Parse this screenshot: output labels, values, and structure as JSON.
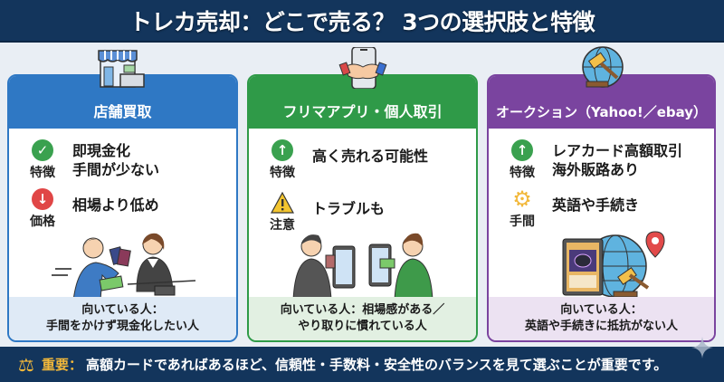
{
  "title": "トレカ売却：どこで売る？ 3つの選択肢と特徴",
  "colors": {
    "navy": "#13355c",
    "blue": "#2f78c4",
    "green": "#2f9a48",
    "purple": "#7a449f",
    "gold": "#f2b83a"
  },
  "cards": [
    {
      "header": "店舗買取",
      "top_icon": "storefront-register-icon",
      "rows": [
        {
          "icon": "check-circle-icon",
          "icon_color": "#3aa14f",
          "label": "特徴",
          "lines": [
            "即現金化",
            "手間が少ない"
          ]
        },
        {
          "icon": "down-arrow-circle-icon",
          "icon_color": "#e04646",
          "label": "価格",
          "lines": [
            "相場より低め"
          ]
        }
      ],
      "illustration": "customer-handing-cards-to-shop-clerk",
      "footer": [
        "向いている人：",
        "手間をかけず現金化したい人"
      ]
    },
    {
      "header": "フリマアプリ・個人取引",
      "top_icon": "smartphone-handshake-icon",
      "rows": [
        {
          "icon": "up-arrow-circle-icon",
          "icon_color": "#3aa14f",
          "label": "特徴",
          "lines": [
            "高く売れる可能性"
          ]
        },
        {
          "icon": "warning-triangle-icon",
          "icon_color": "#f3c530",
          "label": "注意",
          "lines": [
            "トラブルも"
          ]
        }
      ],
      "illustration": "two-people-trading-via-tablets",
      "footer": [
        "向いている人：相場感がある／",
        "やり取りに慣れている人"
      ]
    },
    {
      "header": "オークション（Yahoo!／ebay）",
      "top_icon": "globe-gavel-icon",
      "rows": [
        {
          "icon": "up-arrow-circle-icon",
          "icon_color": "#3aa14f",
          "label": "特徴",
          "lines": [
            "レアカード高額取引",
            "海外販路あり"
          ]
        },
        {
          "icon": "gear-icon",
          "icon_color": "#f2b83a",
          "label": "手間",
          "lines": [
            "英語や手続き"
          ]
        }
      ],
      "illustration": "rare-card-globe-pin-gavel",
      "footer": [
        "向いている人：",
        "英語や手続きに抵抗がない人"
      ]
    }
  ],
  "bottom": {
    "icon": "scales-icon",
    "label": "重要：",
    "text": "高額カードであればあるほど、信頼性・手数料・安全性のバランスを見て選ぶことが重要です。"
  }
}
